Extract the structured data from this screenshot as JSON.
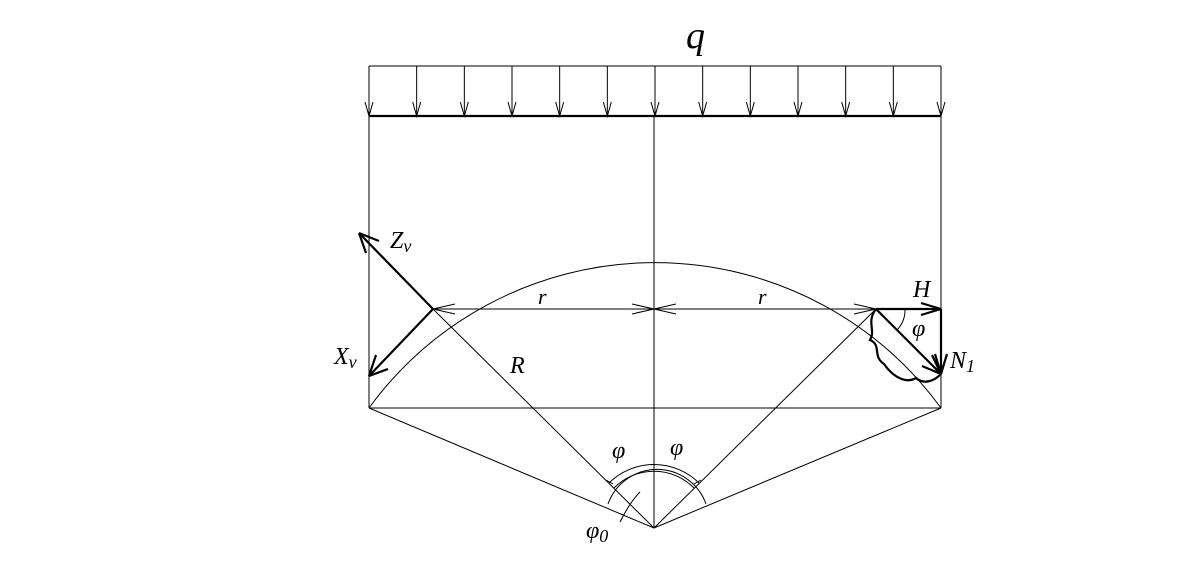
{
  "labels": {
    "load": "q",
    "zv": "Z",
    "zv_sub": "v",
    "xv": "X",
    "xv_sub": "v",
    "h": "H",
    "n1": "N",
    "n1_sub": "1",
    "radius_big": "R",
    "radius_left": "r",
    "radius_right": "r",
    "phi_right_corner": "φ",
    "phi_left_center": "φ",
    "phi_right_center": "φ",
    "phi0": "φ",
    "phi0_sub": "0"
  }
}
